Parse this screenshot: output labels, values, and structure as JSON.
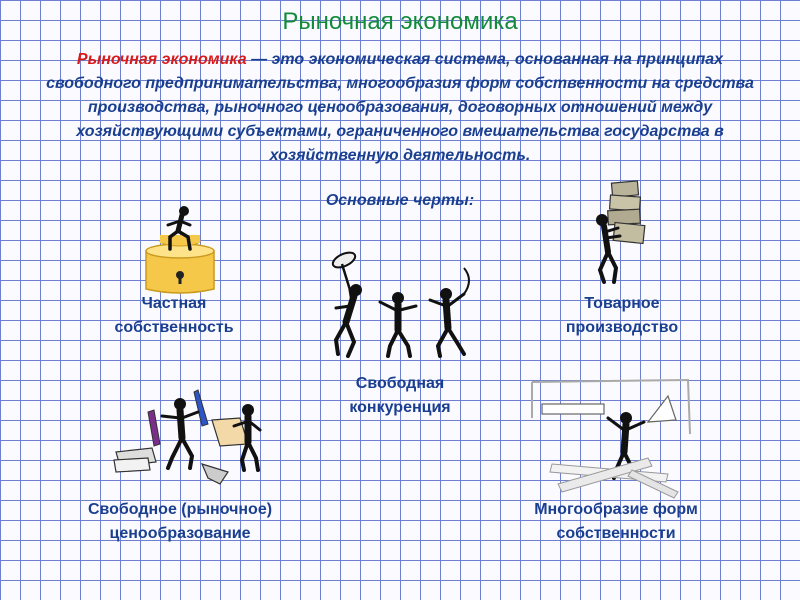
{
  "slide": {
    "title": "Рыночная экономика",
    "definition": {
      "term": "Рыночная экономика",
      "text": " — это экономическая система, основанная на принципах свободного предпринимательства, многообразия форм собственности на средства производства, рыночного ценообразования, договорных отношений между хозяйствующими субъектами, ограниченного вмешательства государства в хозяйственную деятельность."
    },
    "features_heading": "Основные черты:",
    "features": {
      "private_property": {
        "line1": "Частная",
        "line2": "собственность",
        "icon": "figure-on-safe"
      },
      "commodity_production": {
        "line1": "Товарное",
        "line2": "производство",
        "icon": "figure-carrying-boxes"
      },
      "free_competition": {
        "line1": "Свободная",
        "line2": "конкуренция",
        "icon": "figures-competing"
      },
      "free_pricing": {
        "line1": "Свободное (рыночное)",
        "line2": "ценообразование",
        "icon": "figures-trading-goods"
      },
      "ownership_diversity": {
        "line1": "Многообразие форм",
        "line2": "собственности",
        "icon": "figure-building-frame"
      }
    },
    "colors": {
      "title": "#138a3a",
      "term": "#d81a1a",
      "body_text": "#1b3f8f",
      "grid": "#6d7fd0",
      "safe_gold": "#f6c84a"
    }
  }
}
